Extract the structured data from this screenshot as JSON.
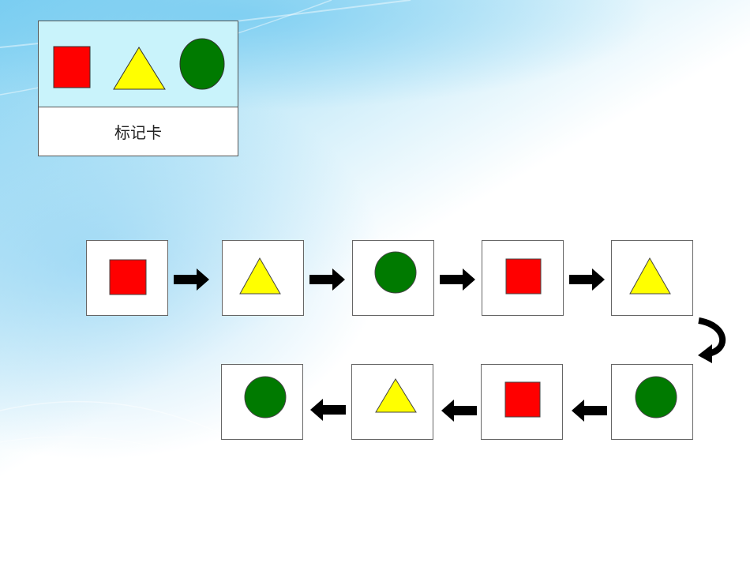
{
  "legend": {
    "label": "标记卡",
    "shapes": [
      "red-square",
      "yellow-triangle",
      "green-circle"
    ]
  },
  "sequence": {
    "row1": [
      "red-square",
      "yellow-triangle",
      "green-circle",
      "red-square",
      "yellow-triangle"
    ],
    "row2_right_to_left": [
      "green-circle",
      "red-square",
      "yellow-triangle",
      "green-circle"
    ]
  },
  "colors": {
    "red": "#ff0000",
    "yellow": "#ffff00",
    "green": "#007a00",
    "arrow": "#000000"
  }
}
